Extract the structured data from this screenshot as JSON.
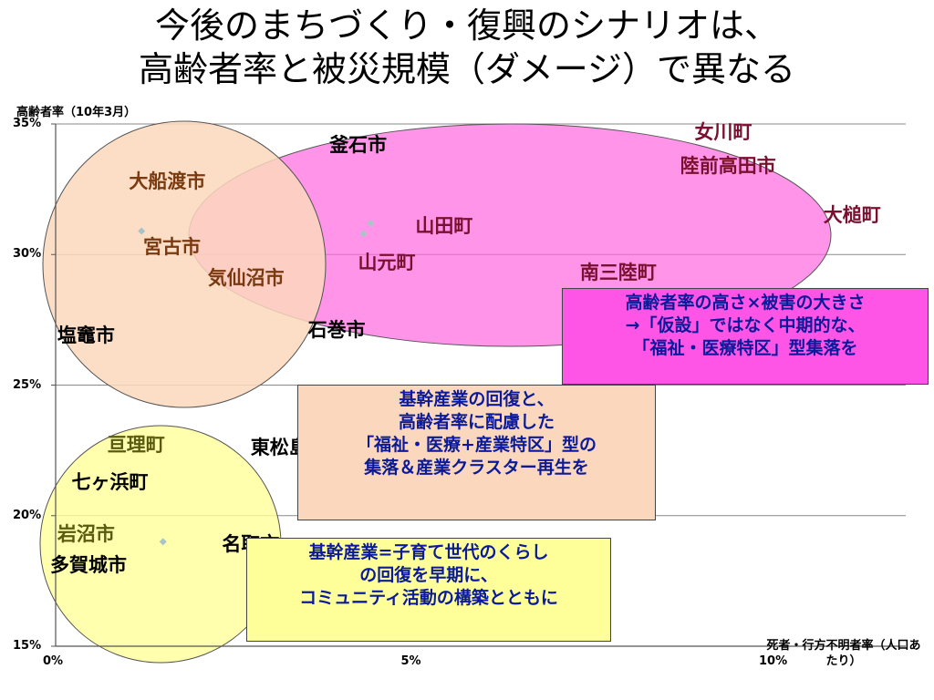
{
  "title": {
    "line1": "今後のまちづくり・復興のシナリオは、",
    "line2": "高齢者率と被災規模（ダメージ）で異なる"
  },
  "colors": {
    "pink_fill": "#ff66e0",
    "peach_fill": "#fbd8bd",
    "yellow_fill": "#ffff99",
    "marker": "#a8c4c8",
    "box_pink": "#ff55e6",
    "box_peach": "#fbd8bd",
    "box_yellow": "#ffff99",
    "box_text": "#0a1a9a",
    "grid": "#8a8a8a"
  },
  "chart_data": {
    "type": "scatter",
    "title": "",
    "xlabel": "死者・行方不明者率（人口あたり）",
    "ylabel": "高齢者率（10年3月）",
    "xlim": [
      0,
      10
    ],
    "ylim": [
      15,
      35
    ],
    "x_ticks": [
      "0%",
      "5%",
      "10%"
    ],
    "y_ticks": [
      "15%",
      "20%",
      "25%",
      "30%",
      "35%"
    ],
    "grid": true,
    "points": [
      {
        "x": 4.3,
        "y": 30.8
      },
      {
        "x": 4.4,
        "y": 31.2
      },
      {
        "x": 1.2,
        "y": 30.9
      },
      {
        "x": 1.5,
        "y": 19.0
      }
    ],
    "labels": [
      {
        "text": "釜石市",
        "x": 3.9,
        "y": 34.2,
        "color": "#000000"
      },
      {
        "text": "女川町",
        "x": 9.0,
        "y": 34.7,
        "color": "#7a1030"
      },
      {
        "text": "陸前高田市",
        "x": 8.8,
        "y": 33.4,
        "color": "#7a1030"
      },
      {
        "text": "大槌町",
        "x": 10.8,
        "y": 31.5,
        "color": "#7a1030"
      },
      {
        "text": "山田町",
        "x": 5.1,
        "y": 31.1,
        "color": "#7a1030"
      },
      {
        "text": "山元町",
        "x": 4.3,
        "y": 29.7,
        "color": "#7a1030"
      },
      {
        "text": "南三陸町",
        "x": 7.4,
        "y": 29.3,
        "color": "#7a1030"
      },
      {
        "text": "大船渡市",
        "x": 1.1,
        "y": 32.8,
        "color": "#7a3a10"
      },
      {
        "text": "宮古市",
        "x": 1.3,
        "y": 30.3,
        "color": "#7a3a10"
      },
      {
        "text": "気仙沼市",
        "x": 2.2,
        "y": 29.1,
        "color": "#7a3a10"
      },
      {
        "text": "塩竈市",
        "x": 0.1,
        "y": 26.9,
        "color": "#000000"
      },
      {
        "text": "石巻市",
        "x": 3.6,
        "y": 27.1,
        "color": "#000000"
      },
      {
        "text": "亘理町",
        "x": 0.8,
        "y": 22.7,
        "color": "#5a5a10"
      },
      {
        "text": "東松島市",
        "x": 2.8,
        "y": 22.6,
        "color": "#000000"
      },
      {
        "text": "七ヶ浜町",
        "x": 0.3,
        "y": 21.3,
        "color": "#000000"
      },
      {
        "text": "岩沼市",
        "x": 0.1,
        "y": 19.3,
        "color": "#5a5a10"
      },
      {
        "text": "多賀城市",
        "x": 0.0,
        "y": 18.1,
        "color": "#000000"
      },
      {
        "text": "名取市",
        "x": 2.4,
        "y": 18.9,
        "color": "#000000"
      }
    ]
  },
  "boxes": [
    {
      "name": "pink",
      "lines": [
        "高齢者率の高さ×被害の大きさ",
        "→「仮設」ではなく中期的な、",
        "「福祉・医療特区」型集落を"
      ]
    },
    {
      "name": "peach",
      "lines": [
        "基幹産業の回復と、",
        "高齢者率に配慮した",
        "「福祉・医療+産業特区」型の",
        "集落＆産業クラスター再生を"
      ]
    },
    {
      "name": "yellow",
      "lines": [
        "基幹産業=子育て世代のくらし",
        "の回復を早期に、",
        "コミュニティ活動の構築とともに"
      ]
    }
  ]
}
